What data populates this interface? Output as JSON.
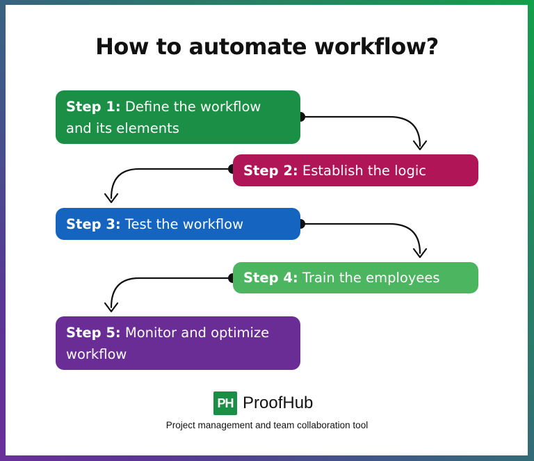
{
  "title": "How to automate workflow?",
  "steps": [
    {
      "label": "Step 1:",
      "text": " Define the workflow and its elements",
      "color": "#1b8f45"
    },
    {
      "label": "Step 2:",
      "text": " Establish the logic",
      "color": "#b01657"
    },
    {
      "label": "Step 3:",
      "text": " Test the workflow",
      "color": "#1565c0"
    },
    {
      "label": "Step 4:",
      "text": " Train the employees",
      "color": "#4cb560"
    },
    {
      "label": "Step 5:",
      "text": " Monitor and optimize workflow",
      "color": "#6a2d96"
    }
  ],
  "footer": {
    "logo_mark": "PH",
    "brand": "ProofHub",
    "tagline": "Project management and team collaboration tool",
    "brand_color": "#1b8f45"
  },
  "border_gradient": [
    "#12a04a",
    "#2a7a6a",
    "#3e5a86",
    "#6a2f9a"
  ]
}
